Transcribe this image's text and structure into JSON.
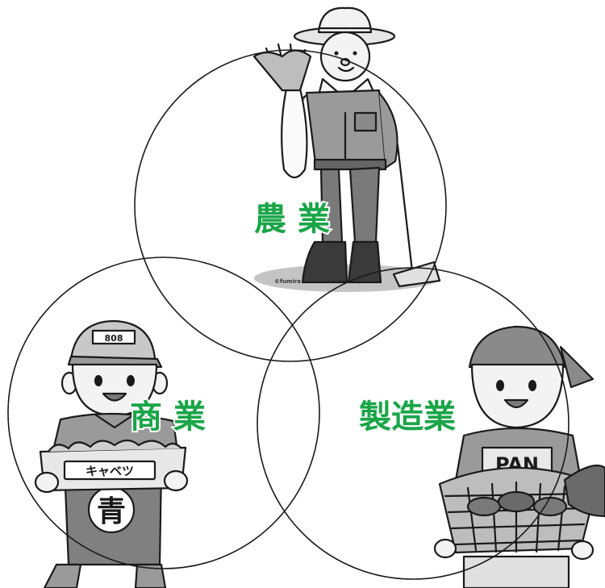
{
  "venn": {
    "labels": {
      "agriculture": "農 業",
      "commerce": "商 業",
      "manufacturing": "製造業"
    }
  },
  "illustrations": {
    "farmer": {
      "icon": "farmer-with-daikon-and-hoe",
      "credit": "©fumira"
    },
    "shopkeeper": {
      "icon": "greengrocer-with-cabbage-box",
      "cap_badge": "808",
      "box_label": "キャベツ",
      "apron_mark": "青"
    },
    "baker": {
      "icon": "baker-with-bread-basket",
      "shirt_label": "PAN"
    }
  },
  "colors": {
    "label": "#1aa548",
    "line": "#1a1a1a"
  }
}
